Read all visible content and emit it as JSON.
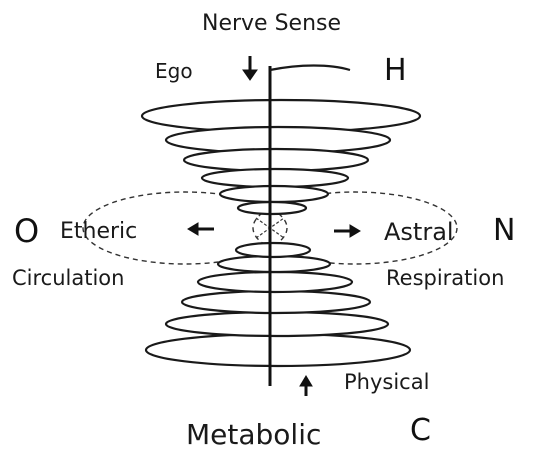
{
  "labels": {
    "nerve_sense": "Nerve Sense",
    "ego": "Ego",
    "h": "H",
    "o": "O",
    "etheric": "Etheric",
    "astral": "Astral",
    "n": "N",
    "circulation": "Circulation",
    "respiration": "Respiration",
    "physical": "Physical",
    "metabolic": "Metabolic",
    "c": "C"
  },
  "arrows": {
    "ego": "down",
    "etheric": "left",
    "astral": "right",
    "physical": "up"
  }
}
